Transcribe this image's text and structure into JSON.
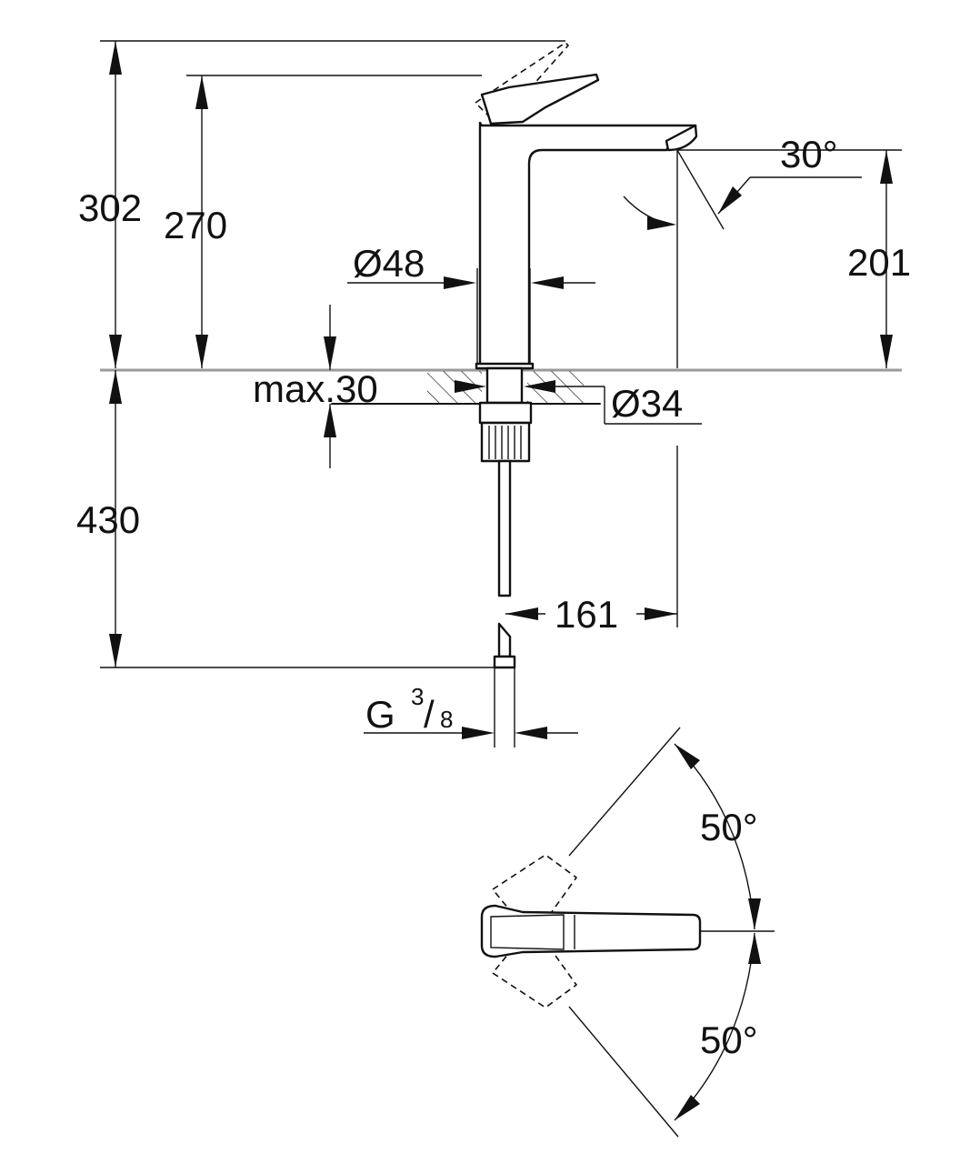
{
  "drawing": {
    "dimensions": {
      "total_height": "302",
      "handle_height": "270",
      "spout_height": "201",
      "spout_angle": "30°",
      "body_diameter": "Ø48",
      "hole_diameter": "Ø34",
      "max_deck_thickness": "max.30",
      "hose_length": "430",
      "spout_reach": "161",
      "thread_prefix": "G",
      "thread_numerator": "3",
      "thread_slash": "/",
      "thread_denominator": "8",
      "lever_angle_back": "50°",
      "lever_angle_front": "50°"
    }
  }
}
